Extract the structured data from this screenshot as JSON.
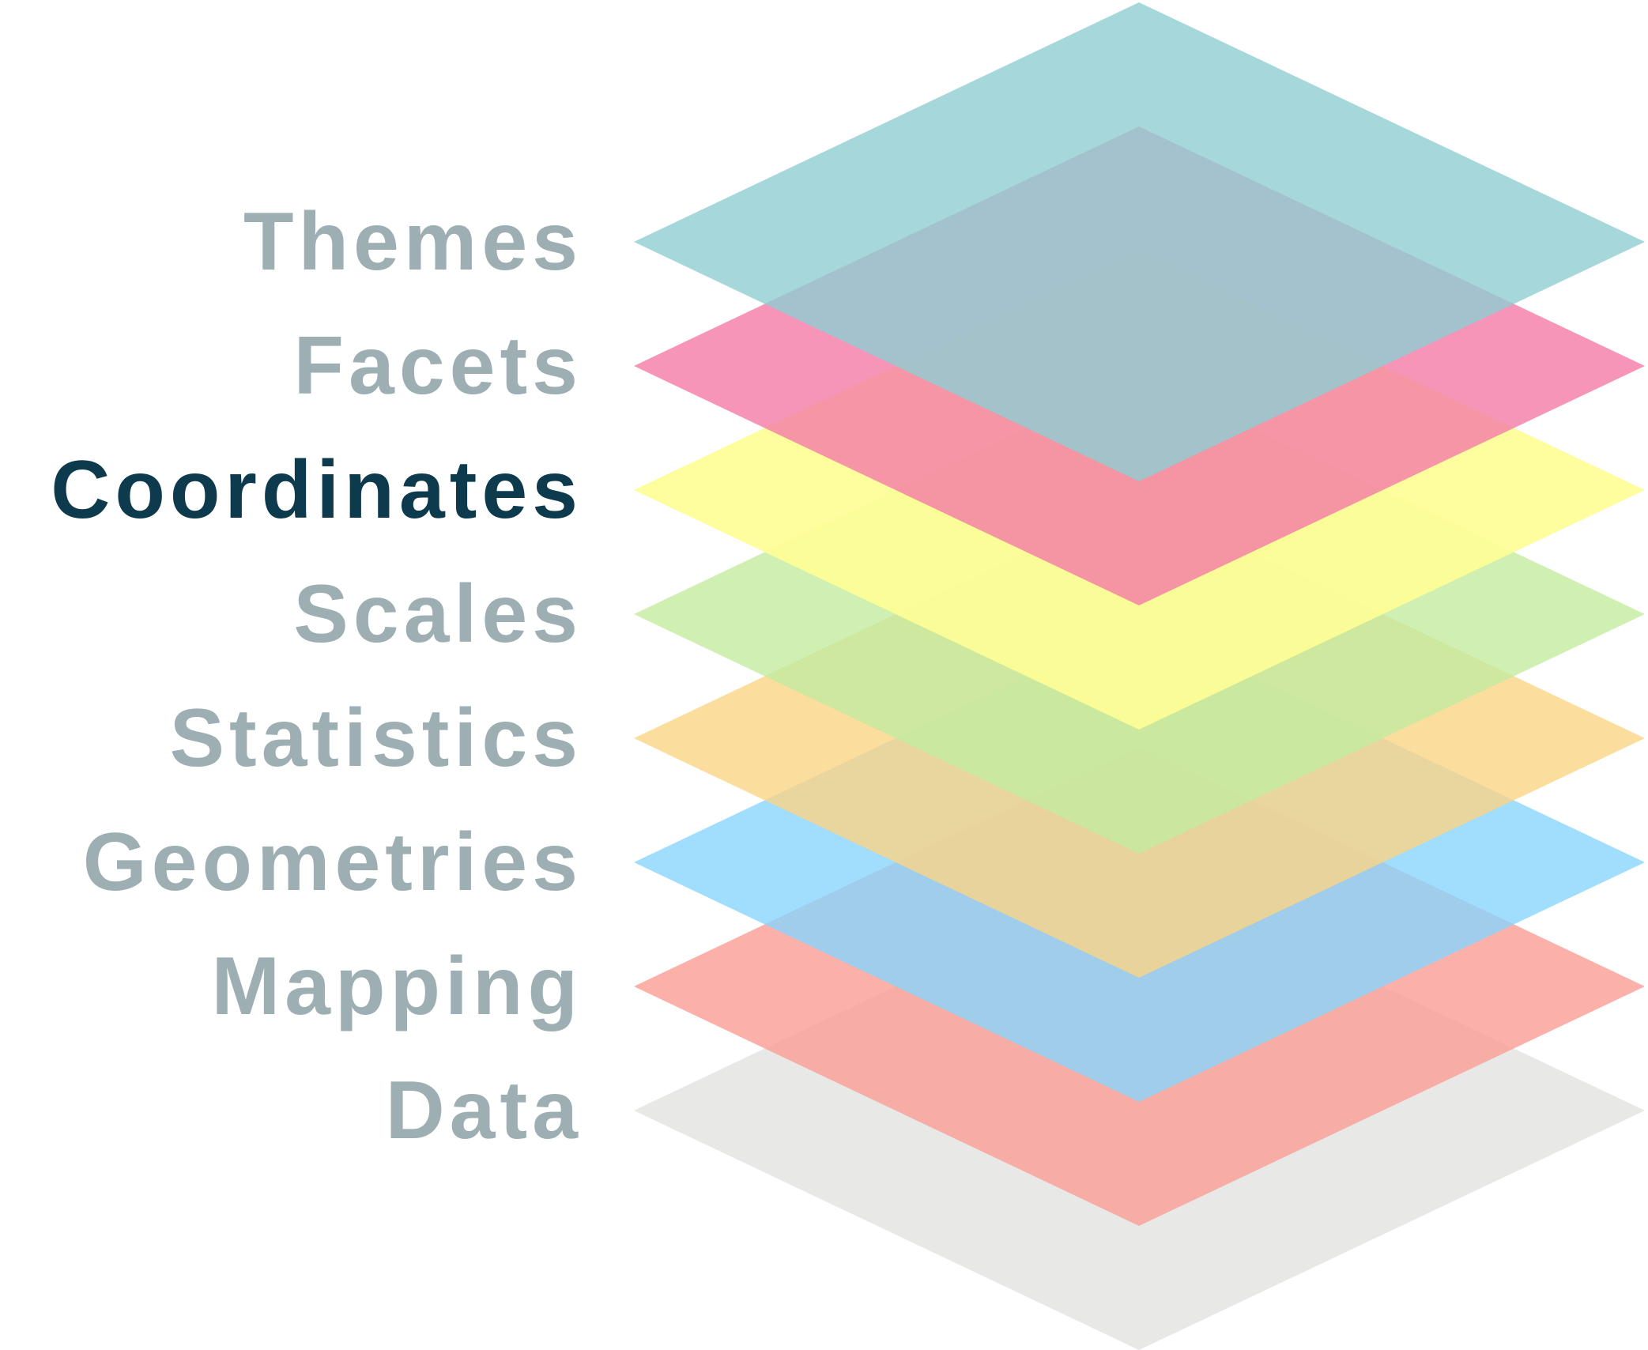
{
  "title": "Layers of the grammar of graphics",
  "highlighted": "Coordinates",
  "layers": [
    {
      "label": "Themes",
      "color": "#8fcdd2",
      "active": false
    },
    {
      "label": "Facets",
      "color": "#f47aa6",
      "active": false
    },
    {
      "label": "Coordinates",
      "color": "#fefe96",
      "active": true
    },
    {
      "label": "Scales",
      "color": "#c3ec9f",
      "active": false
    },
    {
      "label": "Statistics",
      "color": "#fad486",
      "active": false
    },
    {
      "label": "Geometries",
      "color": "#8ad4fb",
      "active": false
    },
    {
      "label": "Mapping",
      "color": "#fa9d95",
      "active": false
    },
    {
      "label": "Data",
      "color": "#e2e4e1",
      "active": false
    }
  ]
}
